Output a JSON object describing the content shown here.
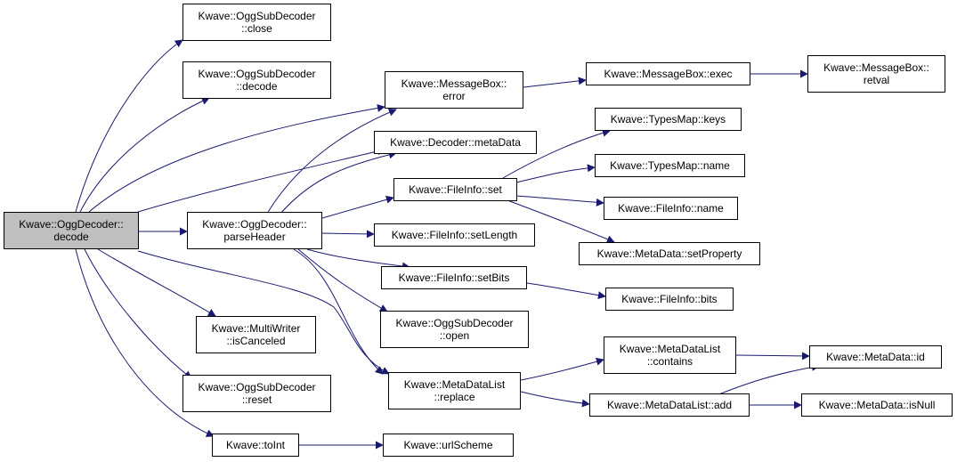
{
  "colors": {
    "edge": "#191970",
    "node_border": "#000000",
    "root_fill": "#bfbfbf",
    "node_fill": "#ffffff"
  },
  "nodes": {
    "ogg_decoder_decode": [
      "Kwave::OggDecoder::",
      "decode"
    ],
    "sub_close": [
      "Kwave::OggSubDecoder",
      "::close"
    ],
    "sub_decode": [
      "Kwave::OggSubDecoder",
      "::decode"
    ],
    "msgbox_error": [
      "Kwave::MessageBox::",
      "error"
    ],
    "msgbox_exec": [
      "Kwave::MessageBox::exec"
    ],
    "msgbox_retval": [
      "Kwave::MessageBox::",
      "retval"
    ],
    "decoder_metadata": [
      "Kwave::Decoder::metaData"
    ],
    "typesmap_keys": [
      "Kwave::TypesMap::keys"
    ],
    "typesmap_name": [
      "Kwave::TypesMap::name"
    ],
    "fileinfo_set": [
      "Kwave::FileInfo::set"
    ],
    "fileinfo_name": [
      "Kwave::FileInfo::name"
    ],
    "parse_header": [
      "Kwave::OggDecoder::",
      "parseHeader"
    ],
    "fileinfo_setlength": [
      "Kwave::FileInfo::setLength"
    ],
    "metadata_setproperty": [
      "Kwave::MetaData::setProperty"
    ],
    "fileinfo_setbits": [
      "Kwave::FileInfo::setBits"
    ],
    "fileinfo_bits": [
      "Kwave::FileInfo::bits"
    ],
    "sub_open": [
      "Kwave::OggSubDecoder",
      "::open"
    ],
    "multiwriter_iscanceled": [
      "Kwave::MultiWriter",
      "::isCanceled"
    ],
    "metadatalist_contains": [
      "Kwave::MetaDataList",
      "::contains"
    ],
    "metadata_id": [
      "Kwave::MetaData::id"
    ],
    "metadatalist_replace": [
      "Kwave::MetaDataList",
      "::replace"
    ],
    "sub_reset": [
      "Kwave::OggSubDecoder",
      "::reset"
    ],
    "metadatalist_add": [
      "Kwave::MetaDataList::add"
    ],
    "metadata_isnull": [
      "Kwave::MetaData::isNull"
    ],
    "toint": [
      "Kwave::toInt"
    ],
    "urlscheme": [
      "Kwave::urlScheme"
    ]
  }
}
